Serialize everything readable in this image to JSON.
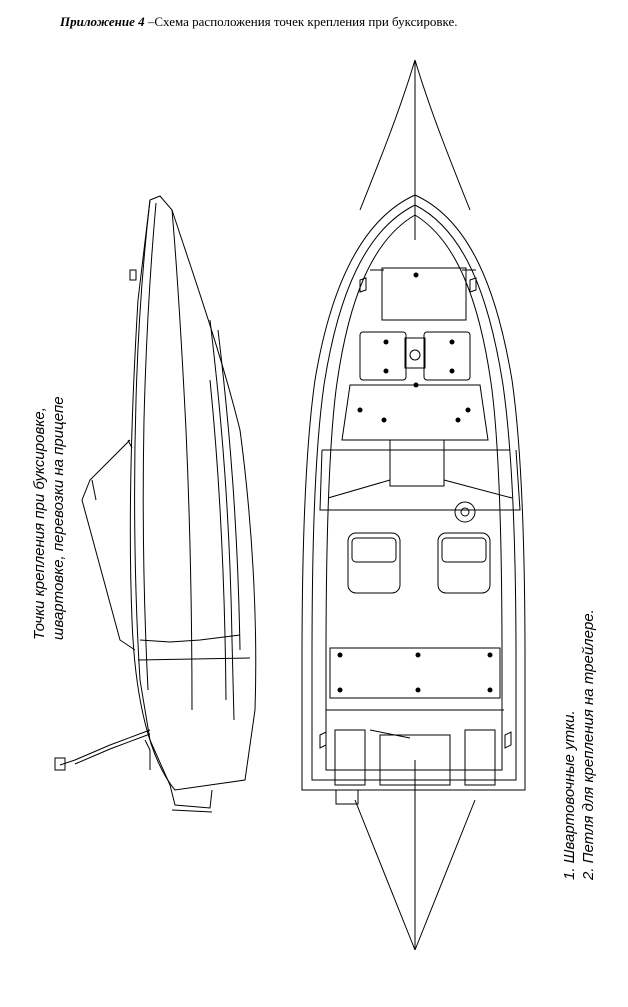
{
  "title": {
    "appendix": "Приложение 4",
    "text": " –Схема расположения точек крепления при буксировке."
  },
  "side_caption": {
    "line1": "Точки крепления при буксировке,",
    "line2": "швартовке, перевозки на прицепе"
  },
  "legend": {
    "line1": "1. Швартовочные утки.",
    "line2": "2. Петля для крепления на трейлере."
  }
}
